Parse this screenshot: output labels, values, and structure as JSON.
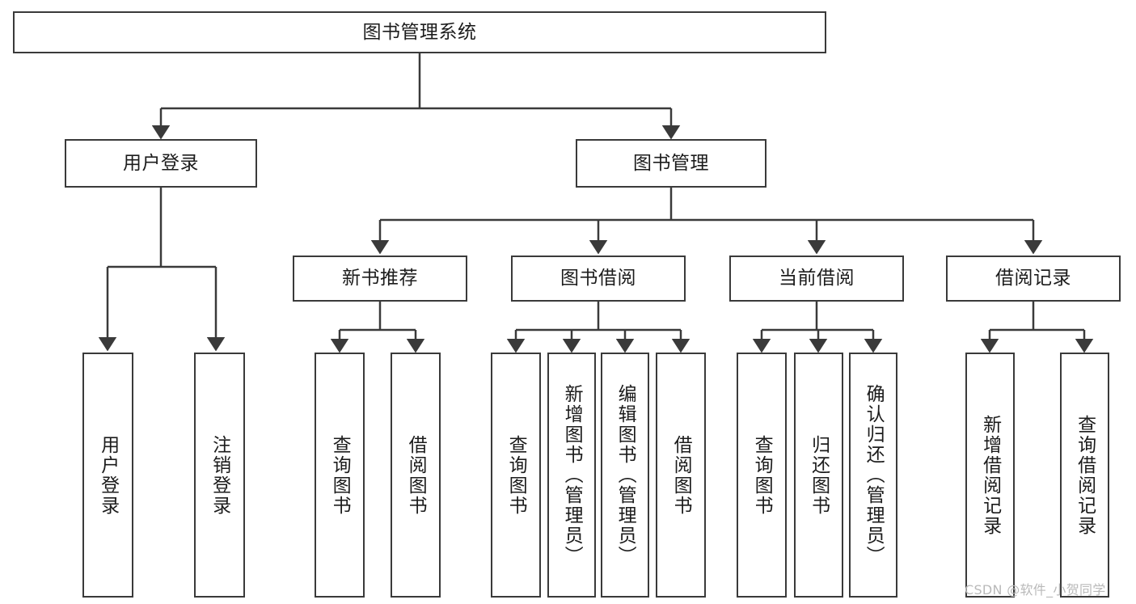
{
  "diagram": {
    "title": "图书管理系统",
    "type": "tree-hierarchy",
    "watermark": "CSDN @软件_小贺同学",
    "colors": {
      "stroke": "#3a3a3a",
      "fill": "#ffffff",
      "text": "#1c1c1c",
      "watermark": "#b9b9b9"
    },
    "root": {
      "label": "图书管理系统"
    },
    "level1": [
      {
        "label": "用户登录"
      },
      {
        "label": "图书管理"
      }
    ],
    "level2": [
      {
        "label": "新书推荐"
      },
      {
        "label": "图书借阅"
      },
      {
        "label": "当前借阅"
      },
      {
        "label": "借阅记录"
      }
    ],
    "leaves": {
      "user_login": [
        {
          "label": "用户登录"
        },
        {
          "label": "注销登录"
        }
      ],
      "new_book_recommend": [
        {
          "label": "查询图书"
        },
        {
          "label": "借阅图书"
        }
      ],
      "book_borrow": [
        {
          "label": "查询图书"
        },
        {
          "label": "新增图书（管理员）"
        },
        {
          "label": "编辑图书（管理员）"
        },
        {
          "label": "借阅图书"
        }
      ],
      "current_borrow": [
        {
          "label": "查询图书"
        },
        {
          "label": "归还图书"
        },
        {
          "label": "确认归还（管理员）"
        }
      ],
      "borrow_record": [
        {
          "label": "新增借阅记录"
        },
        {
          "label": "查询借阅记录"
        }
      ]
    }
  }
}
